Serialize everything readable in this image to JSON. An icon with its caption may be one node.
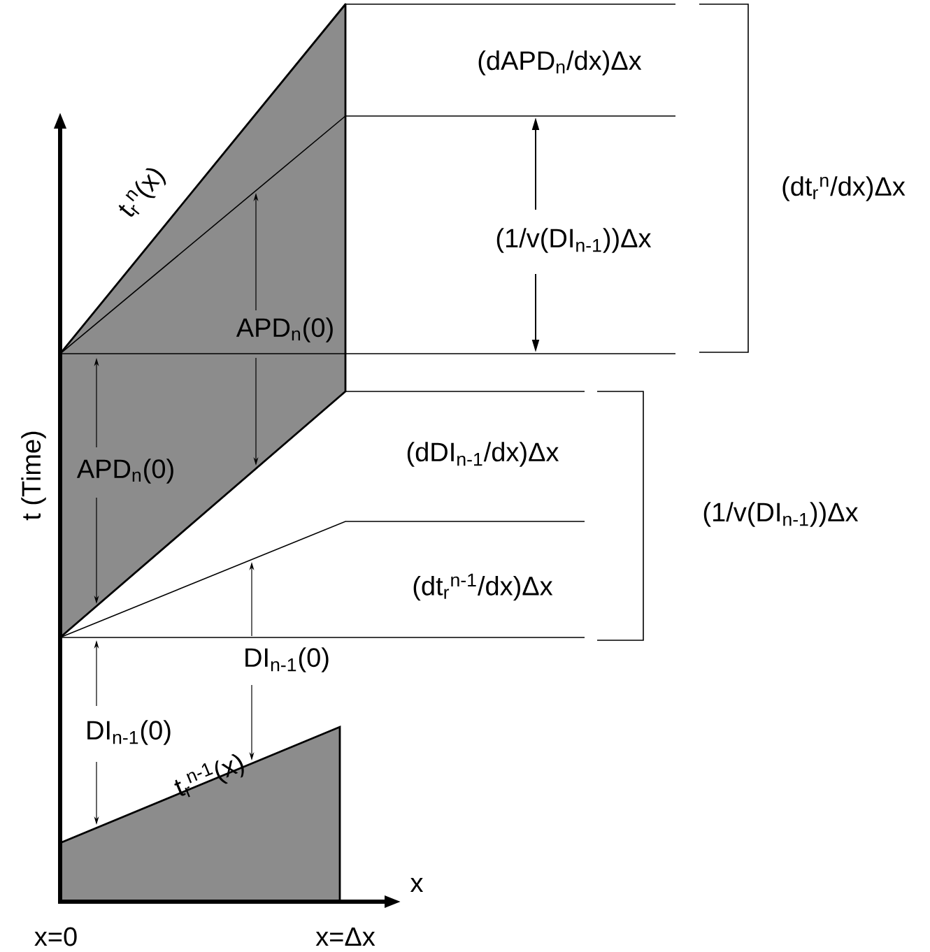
{
  "diagram": {
    "labels": [
      "(dAPD$_{n}$/dx)Δx",
      "t$_{r}$$^{n}$(x)",
      "(dt$_{r}$$^{n}$/dx)Δx",
      "(1/v(DI$_{n-1}$))Δx",
      "APD$_{n}$(0)",
      "t (Time)",
      "APD$_{n}$(0)",
      "(dDI$_{n-1}$/dx)Δx",
      "(1/v(DI$_{n-1}$))Δx",
      "(dt$_{r}$$^{n-1}$/dx)Δx",
      "DI$_{n-1}$(0)",
      "DI$_{n-1}$(0)",
      "t$_{r}$$^{n-1}$(x)",
      "x",
      "x=0",
      "x=Δx"
    ]
  }
}
